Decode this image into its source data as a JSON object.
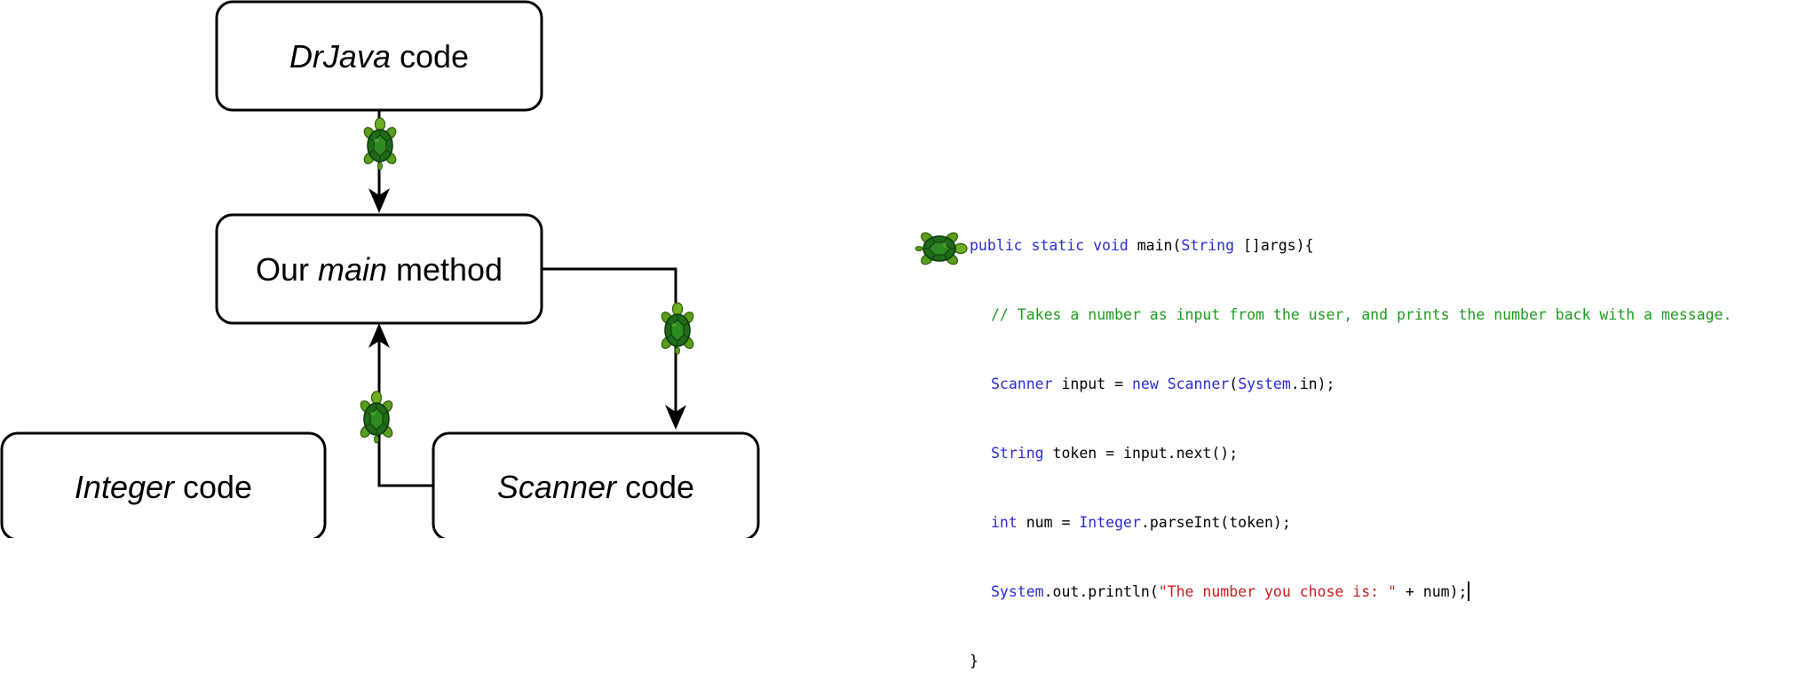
{
  "colors": {
    "keyword": "#2b2bd6",
    "comment": "#1e9a1e",
    "string": "#c81e1e",
    "turtle_shell": "#1f6b1a",
    "turtle_skin": "#5a9e1c"
  },
  "diagram": {
    "boxes": {
      "drjava": {
        "italic": "DrJava",
        "rest": " code"
      },
      "main": {
        "pre": "Our ",
        "italic": "main",
        "rest": " method"
      },
      "integer": {
        "italic": "Integer",
        "rest": " code"
      },
      "scanner": {
        "italic": "Scanner",
        "rest": " code"
      }
    },
    "icons": [
      "turtle-icon",
      "turtle-icon",
      "turtle-icon",
      "turtle-icon"
    ]
  },
  "code": {
    "line1": {
      "kw": "public static void",
      "a": " main(",
      "ty": "String",
      "b": " []args){"
    },
    "line2": {
      "comment": "// Takes a number as input from the user, and prints the number back with a message."
    },
    "line3": {
      "ty1": "Scanner",
      "a": " input = ",
      "kw": "new",
      "b": " ",
      "ty2": "Scanner",
      "c": "(",
      "ty3": "System",
      "d": ".in);"
    },
    "line4": {
      "ty": "String",
      "a": " token = input.next();"
    },
    "line5": {
      "kw": "int",
      "a": " num = ",
      "ty": "Integer",
      "b": ".parseInt(token);"
    },
    "line6": {
      "ty": "System",
      "a": ".out.println(",
      "str": "\"The number you chose is: \"",
      "b": " + num);"
    },
    "line7": {
      "a": "}"
    }
  }
}
